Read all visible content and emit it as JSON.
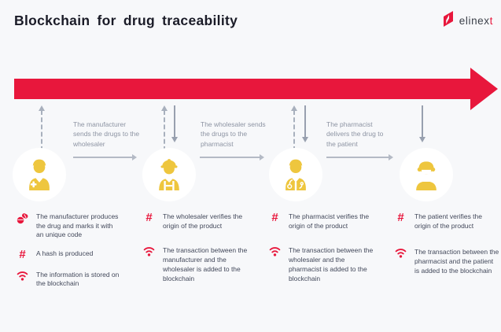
{
  "page": {
    "title": "Blockchain for drug traceability"
  },
  "brand": {
    "name_main": "elinex",
    "name_accent": "t",
    "mark": "elinext-n-mark"
  },
  "colors": {
    "accent_red": "#e8173c",
    "person_yellow": "#eec63e",
    "background": "#f7f8fa",
    "title_text": "#1a1b27",
    "step_label_text": "#8d94a3",
    "bullet_text": "#42485a",
    "arrow_gray": "#a8b0bd",
    "circle_bg": "#ffffff"
  },
  "glyphs": {
    "hash": "#"
  },
  "timeline": {
    "shape": "red-arrow",
    "direction": "left-to-right"
  },
  "steps": [
    {
      "actor": "manufacturer",
      "person_icon": "manufacturer-icon",
      "transfer_label": "The manufacturer sends the drugs to the wholesaler",
      "bullets": [
        {
          "icon": "pills-icon",
          "text": "The manufacturer produces the drug and marks it with an unique code"
        },
        {
          "icon": "hash-icon",
          "text": "A hash is produced"
        },
        {
          "icon": "wifi-icon",
          "text": "The information is stored on the blockchain"
        }
      ]
    },
    {
      "actor": "wholesaler",
      "person_icon": "wholesaler-icon",
      "transfer_label": "The wholesaler sends the drugs to the pharmacist",
      "bullets": [
        {
          "icon": "hash-icon",
          "text": "The wholesaler verifies the origin of the product"
        },
        {
          "icon": "wifi-icon",
          "text": "The transaction between the manufacturer and the wholesaler is added to the blockchain"
        }
      ]
    },
    {
      "actor": "pharmacist",
      "person_icon": "pharmacist-icon",
      "transfer_label": "The pharmacist delivers the drug to the patient",
      "bullets": [
        {
          "icon": "hash-icon",
          "text": "The pharmacist verifies the origin of the product"
        },
        {
          "icon": "wifi-icon",
          "text": "The transaction between the wholesaler and the pharmacist is added to the blockchain"
        }
      ]
    },
    {
      "actor": "patient",
      "person_icon": "patient-icon",
      "transfer_label": "",
      "bullets": [
        {
          "icon": "hash-icon",
          "text": "The patient verifies the origin of the product"
        },
        {
          "icon": "wifi-icon",
          "text": "The transaction between the pharmacist and the patient is added to the blockchain"
        }
      ]
    }
  ]
}
